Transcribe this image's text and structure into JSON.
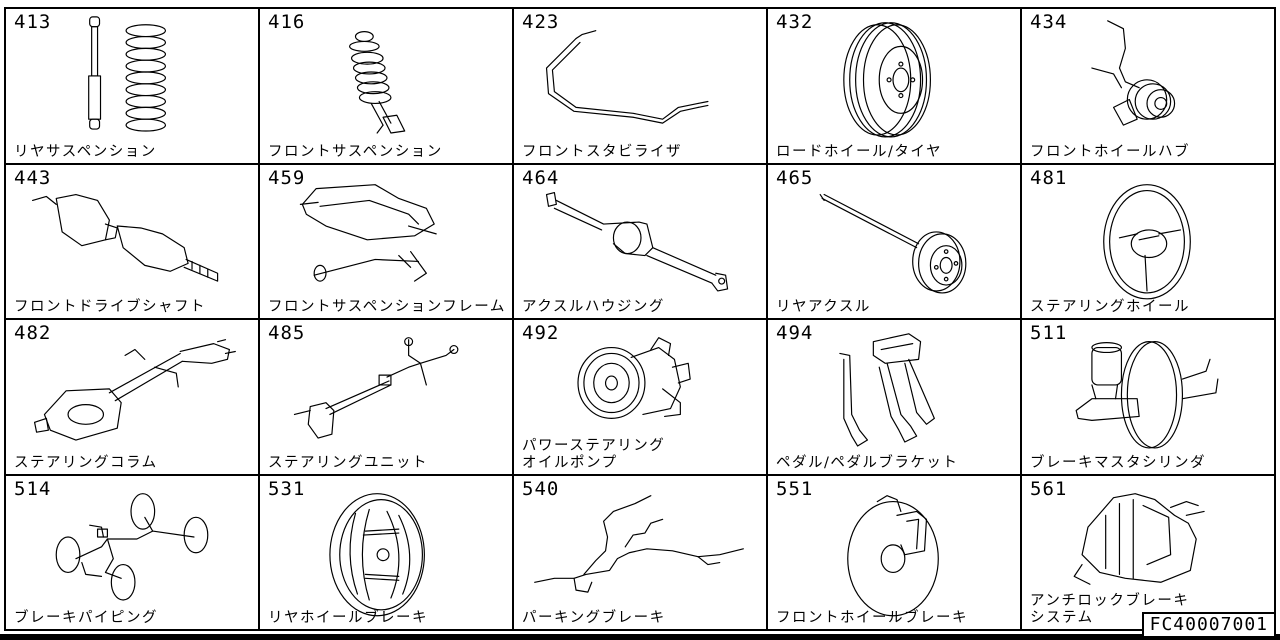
{
  "catalog": {
    "figure_id": "FC40007001",
    "items": [
      {
        "code": "413",
        "label": "リヤサスペンション",
        "icon": "rear-suspension-icon"
      },
      {
        "code": "416",
        "label": "フロントサスペンション",
        "icon": "front-suspension-icon"
      },
      {
        "code": "423",
        "label": "フロントスタビライザ",
        "icon": "front-stabilizer-icon"
      },
      {
        "code": "432",
        "label": "ロードホイール/タイヤ",
        "icon": "road-wheel-tire-icon"
      },
      {
        "code": "434",
        "label": "フロントホイールハブ",
        "icon": "front-wheel-hub-icon"
      },
      {
        "code": "443",
        "label": "フロントドライブシャフト",
        "icon": "front-drive-shaft-icon"
      },
      {
        "code": "459",
        "label": "フロントサスペンションフレーム",
        "icon": "front-suspension-frame-icon"
      },
      {
        "code": "464",
        "label": "アクスルハウジング",
        "icon": "axle-housing-icon"
      },
      {
        "code": "465",
        "label": "リヤアクスル",
        "icon": "rear-axle-icon"
      },
      {
        "code": "481",
        "label": "ステアリングホイール",
        "icon": "steering-wheel-icon"
      },
      {
        "code": "482",
        "label": "ステアリングコラム",
        "icon": "steering-column-icon"
      },
      {
        "code": "485",
        "label": "ステアリングユニット",
        "icon": "steering-unit-icon"
      },
      {
        "code": "492",
        "label": "パワーステアリング\nオイルポンプ",
        "icon": "power-steering-pump-icon"
      },
      {
        "code": "494",
        "label": "ペダル/ペダルブラケット",
        "icon": "pedal-bracket-icon"
      },
      {
        "code": "511",
        "label": "ブレーキマスタシリンダ",
        "icon": "brake-master-cylinder-icon"
      },
      {
        "code": "514",
        "label": "ブレーキパイピング",
        "icon": "brake-piping-icon"
      },
      {
        "code": "531",
        "label": "リヤホイールブレーキ",
        "icon": "rear-wheel-brake-icon"
      },
      {
        "code": "540",
        "label": "パーキングブレーキ",
        "icon": "parking-brake-icon"
      },
      {
        "code": "551",
        "label": "フロントホイールブレーキ",
        "icon": "front-wheel-brake-icon"
      },
      {
        "code": "561",
        "label": "アンチロックブレーキ\nシステム",
        "icon": "anti-lock-brake-icon"
      }
    ]
  }
}
